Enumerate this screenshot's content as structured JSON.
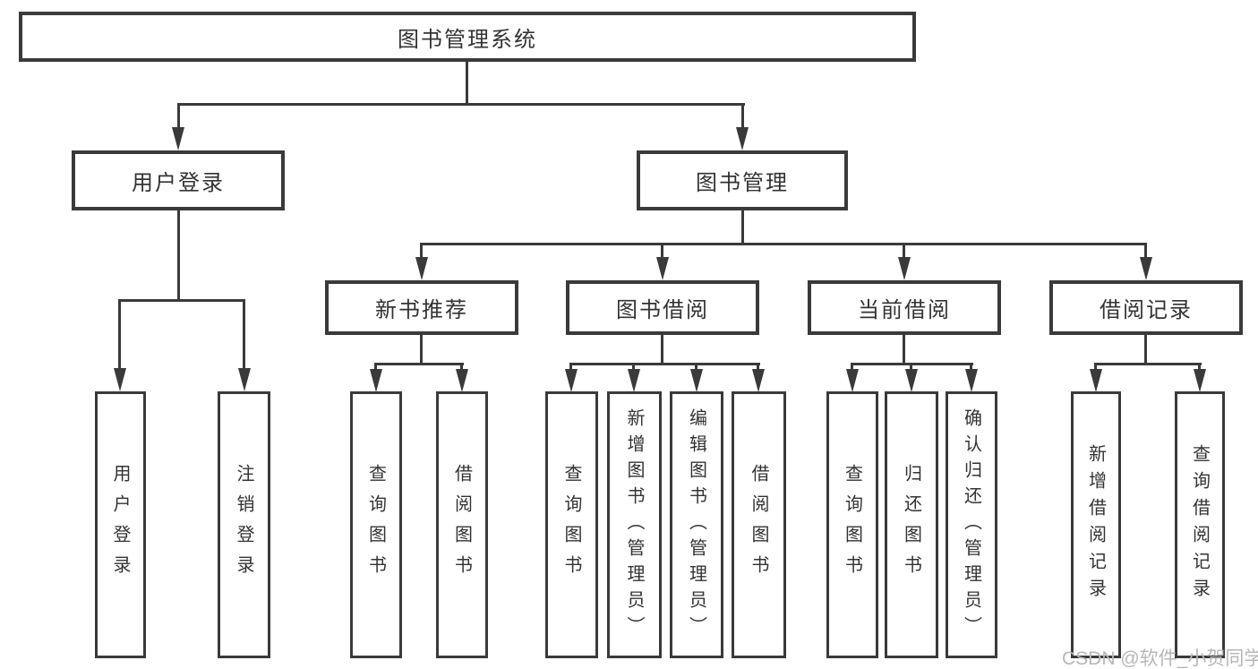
{
  "diagram": {
    "type": "hierarchy",
    "root": {
      "label": "图书管理系统"
    },
    "level2": [
      {
        "label": "用户登录"
      },
      {
        "label": "图书管理"
      }
    ],
    "level3": [
      {
        "label": "新书推荐",
        "parent": "图书管理"
      },
      {
        "label": "图书借阅",
        "parent": "图书管理"
      },
      {
        "label": "当前借阅",
        "parent": "图书管理"
      },
      {
        "label": "借阅记录",
        "parent": "图书管理"
      }
    ],
    "leaves": [
      {
        "label": "用户登录",
        "parent": "用户登录"
      },
      {
        "label": "注销登录",
        "parent": "用户登录"
      },
      {
        "label": "查询图书",
        "parent": "新书推荐"
      },
      {
        "label": "借阅图书",
        "parent": "新书推荐"
      },
      {
        "label": "查询图书",
        "parent": "图书借阅"
      },
      {
        "label": "新增图书（管理员）",
        "parent": "图书借阅"
      },
      {
        "label": "编辑图书（管理员）",
        "parent": "图书借阅"
      },
      {
        "label": "借阅图书",
        "parent": "图书借阅"
      },
      {
        "label": "查询图书",
        "parent": "当前借阅"
      },
      {
        "label": "归还图书",
        "parent": "当前借阅"
      },
      {
        "label": "确认归还（管理员）",
        "parent": "当前借阅"
      },
      {
        "label": "新增借阅记录",
        "parent": "借阅记录"
      },
      {
        "label": "查询借阅记录",
        "parent": "借阅记录"
      }
    ],
    "watermark": "CSDN @软件_小贺同学",
    "colors": {
      "line": "#3a3a3a",
      "text": "#333333",
      "watermark": "#b7b7b7",
      "background": "#ffffff"
    }
  }
}
